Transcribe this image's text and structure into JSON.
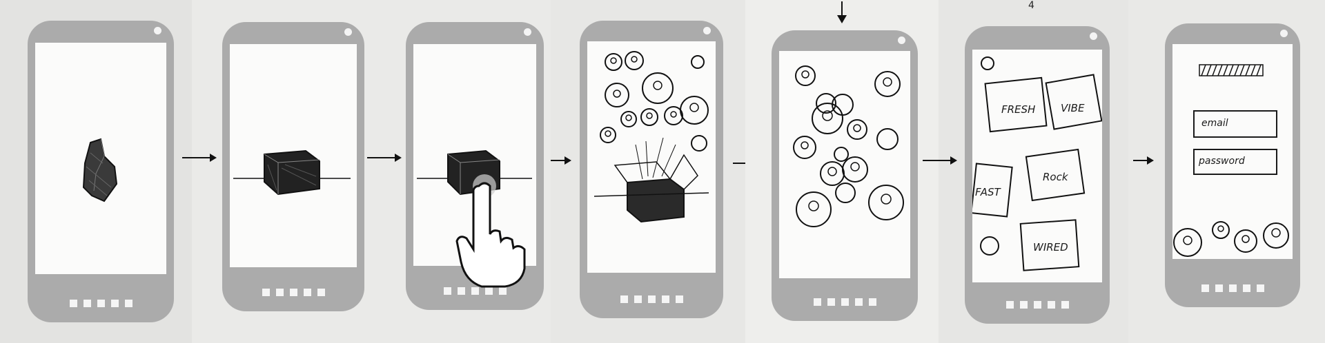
{
  "storyboard": {
    "frames": [
      {
        "id": 1,
        "name": "box-fold"
      },
      {
        "id": 2,
        "name": "box-closed"
      },
      {
        "id": 3,
        "name": "box-tap"
      },
      {
        "id": 4,
        "name": "box-open-avatars"
      },
      {
        "id": 5,
        "name": "avatars-floating"
      },
      {
        "id": 6,
        "name": "genre-cards"
      },
      {
        "id": 7,
        "name": "login"
      }
    ],
    "cards": {
      "fresh": "FRESH",
      "vibe": "VIBE",
      "fast": "FAST",
      "rock": "Rock",
      "wired": "WIRED"
    },
    "login": {
      "email_label": "email",
      "password_label": "password"
    },
    "annotations": {
      "sheet6_mark": "4"
    }
  },
  "colors": {
    "paper": "#e6e6e4",
    "phone_body": "#ababab",
    "screen": "#fbfbfa",
    "ink": "#1a1a1a"
  }
}
